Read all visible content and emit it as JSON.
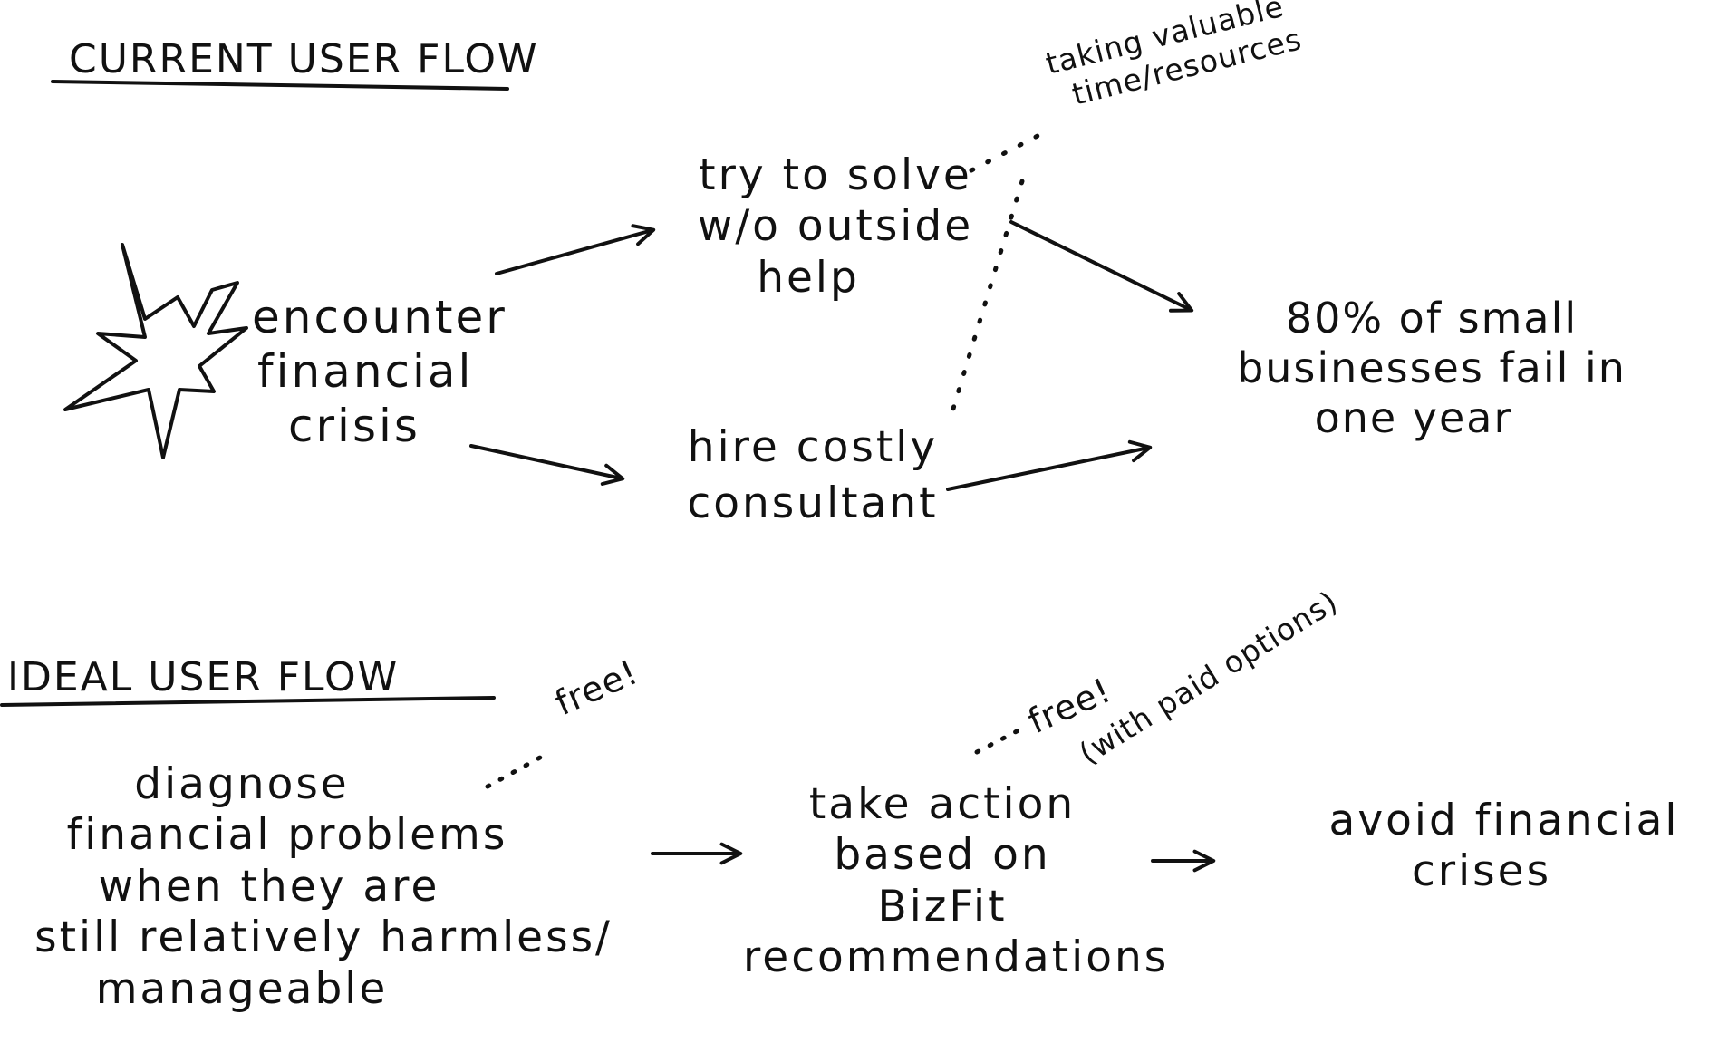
{
  "current_flow": {
    "heading": "CURRENT USER FLOW",
    "start_node": [
      "encounter",
      "financial",
      "crisis"
    ],
    "upper_node": [
      "try to solve",
      "w/o outside",
      "help"
    ],
    "lower_node": [
      "hire costly",
      "consultant"
    ],
    "end_node": [
      "80% of small",
      "businesses fail in",
      "one year"
    ],
    "side_note": [
      "taking valuable",
      "time/resources"
    ]
  },
  "ideal_flow": {
    "heading": "IDEAL USER FLOW",
    "step_1": [
      "diagnose",
      "financial problems",
      "when they are",
      "still relatively harmless/",
      "manageable"
    ],
    "step_1_note": "free!",
    "step_2": [
      "take action",
      "based on",
      "BizFit",
      "recommendations"
    ],
    "step_2_note": "free!",
    "step_2_note_sub": "(with paid options)",
    "step_3": [
      "avoid financial",
      "crises"
    ]
  },
  "icons": {
    "burst": "explosion-burst-icon"
  },
  "colors": {
    "ink": "#111111",
    "paper": "#ffffff"
  }
}
